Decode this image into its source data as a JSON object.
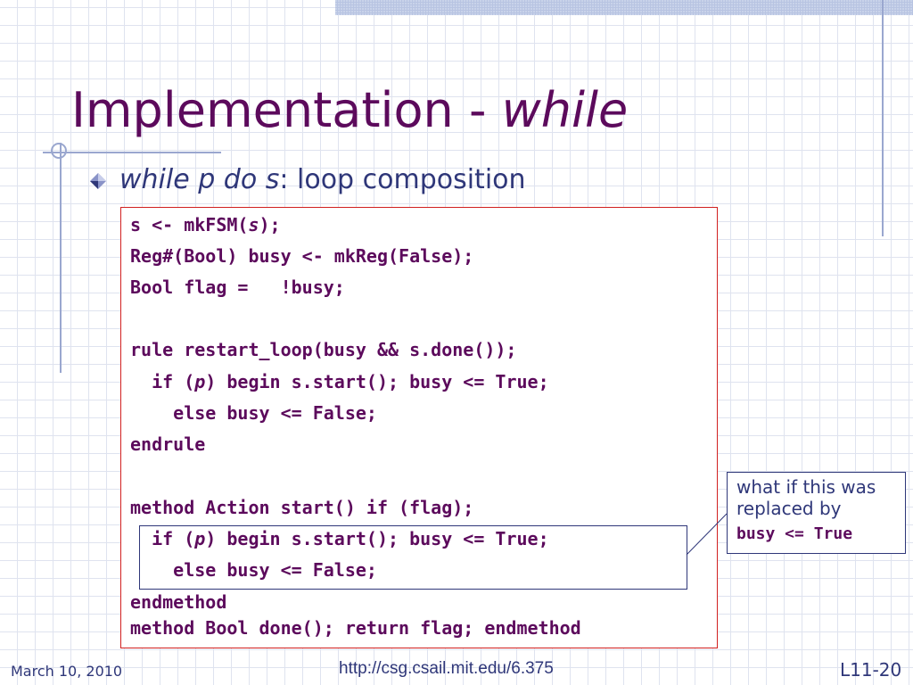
{
  "slide": {
    "title_main": "Implementation - ",
    "title_em": "while"
  },
  "bullet": {
    "icon": "diamond-bullet-icon",
    "italic_part": "while p do s",
    "rest": ": loop composition"
  },
  "code": {
    "lines": [
      {
        "pre": "s <- mkFSM(",
        "it": "s",
        "post": ");"
      },
      {
        "text": "Reg#(Bool) busy <- mkReg(False);"
      },
      {
        "text": "Bool flag =   !busy;"
      },
      {
        "text": "rule restart_loop(busy && s.done());"
      },
      {
        "pre": "  if (",
        "it": "p",
        "post": ") begin s.start(); busy <= True;"
      },
      {
        "text": "    else busy <= False;"
      },
      {
        "text": "endrule"
      },
      {
        "text": "method Action start() if (flag);"
      },
      {
        "pre": "  if (",
        "it": "p",
        "post": ") begin s.start(); busy <= True;"
      },
      {
        "text": "    else busy <= False;"
      },
      {
        "text": "endmethod"
      },
      {
        "text": "method Bool done(); return flag; endmethod"
      }
    ]
  },
  "callout": {
    "text_line1": "what if this was",
    "text_line2": "replaced by",
    "code": "busy <= True"
  },
  "footer": {
    "date": "March 10, 2010",
    "url": "http://csg.csail.mit.edu/6.375",
    "slide_number": "L11-20"
  },
  "colors": {
    "title": "#5c0a5c",
    "text": "#2f3779",
    "code": "#5c0a5c",
    "code_border": "#d12020",
    "grid": "#dfe3ef"
  }
}
